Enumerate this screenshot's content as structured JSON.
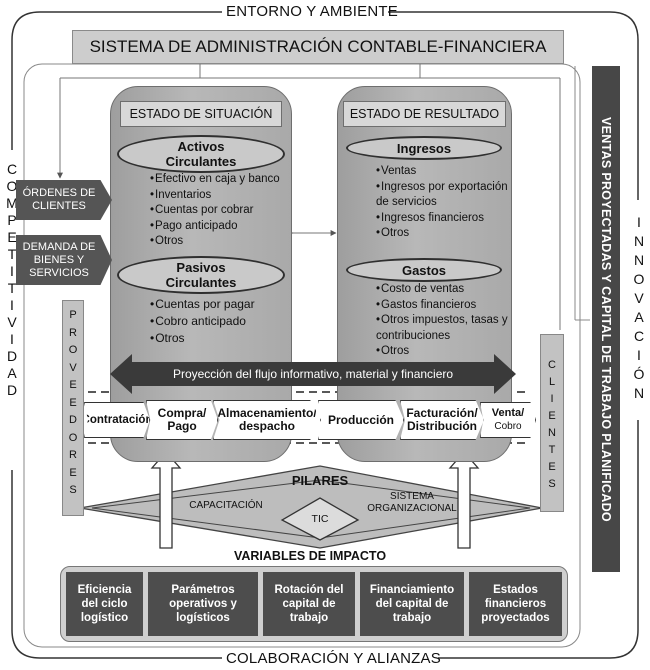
{
  "outer": {
    "top": "ENTORNO Y AMBIENTE",
    "bottom": "COLABORACIÓN Y ALIANZAS",
    "left_letters": [
      "C",
      "O",
      "M",
      "P",
      "E",
      "T",
      "I",
      "T",
      "I",
      "V",
      "I",
      "D",
      "A",
      "D"
    ],
    "right_letters": [
      "I",
      "N",
      "N",
      "O",
      "V",
      "A",
      "C",
      "I",
      "Ó",
      "N"
    ]
  },
  "system_title": "SISTEMA DE ADMINISTRACIÓN CONTABLE-FINANCIERA",
  "right_strip": "VENTAS PROYECTADAS Y CAPITAL DE TRABAJO PLANIFICADO",
  "estado_situacion": {
    "title": "ESTADO DE SITUACIÓN",
    "activos": {
      "line1": "Activos",
      "line2": "Circulantes",
      "items": [
        "Efectivo en caja y banco",
        "Inventarios",
        "Cuentas por cobrar",
        "Pago anticipado",
        "Otros"
      ]
    },
    "pasivos": {
      "line1": "Pasivos",
      "line2": "Circulantes",
      "items": [
        "Cuentas por pagar",
        "Cobro anticipado",
        "Otros"
      ]
    }
  },
  "estado_resultado": {
    "title": "ESTADO DE RESULTADO",
    "ingresos": {
      "label": "Ingresos",
      "items": [
        "Ventas",
        "Ingresos por exportación de servicios",
        "Ingresos financieros",
        "Otros"
      ]
    },
    "gastos": {
      "label": "Gastos",
      "items": [
        "Costo de ventas",
        "Gastos financieros",
        "Otros impuestos, tasas y contribuciones",
        "Otros"
      ]
    }
  },
  "side_boxes": {
    "ordenes": "ÓRDENES DE CLIENTES",
    "demanda": "DEMANDA DE BIENES Y SERVICIOS"
  },
  "proveedores_letters": [
    "P",
    "R",
    "O",
    "V",
    "E",
    "E",
    "D",
    "O",
    "R",
    "E",
    "S"
  ],
  "clientes_letters": [
    "C",
    "L",
    "I",
    "E",
    "N",
    "T",
    "E",
    "S"
  ],
  "flow_arrow": "Proyección del flujo informativo, material y financiero",
  "process": [
    {
      "l1": "Contratación",
      "l2": ""
    },
    {
      "l1": "Compra/",
      "l2": "Pago"
    },
    {
      "l1": "Almacenamiento/",
      "l2": "despacho"
    },
    {
      "l1": "Producción",
      "l2": ""
    },
    {
      "l1": "Facturación/",
      "l2": "Distribución"
    },
    {
      "l1": "Venta/",
      "l2": "Cobro"
    }
  ],
  "pilares": {
    "title": "PILARES",
    "capacitacion": "CAPACITACIÓN",
    "tic": "TIC",
    "sistema_l1": "SISTEMA",
    "sistema_l2": "ORGANIZACIONAL"
  },
  "variables_title": "VARIABLES DE IMPACTO",
  "impact": [
    {
      "l1": "Eficiencia",
      "l2": "del ciclo",
      "l3": "logístico"
    },
    {
      "l1": "Parámetros",
      "l2": "operativos y",
      "l3": "logísticos"
    },
    {
      "l1": "Rotación del",
      "l2": "capital de",
      "l3": "trabajo"
    },
    {
      "l1": "Financiamiento",
      "l2": "del capital de",
      "l3": "trabajo"
    },
    {
      "l1": "Estados",
      "l2": "financieros",
      "l3": "proyectados"
    }
  ]
}
